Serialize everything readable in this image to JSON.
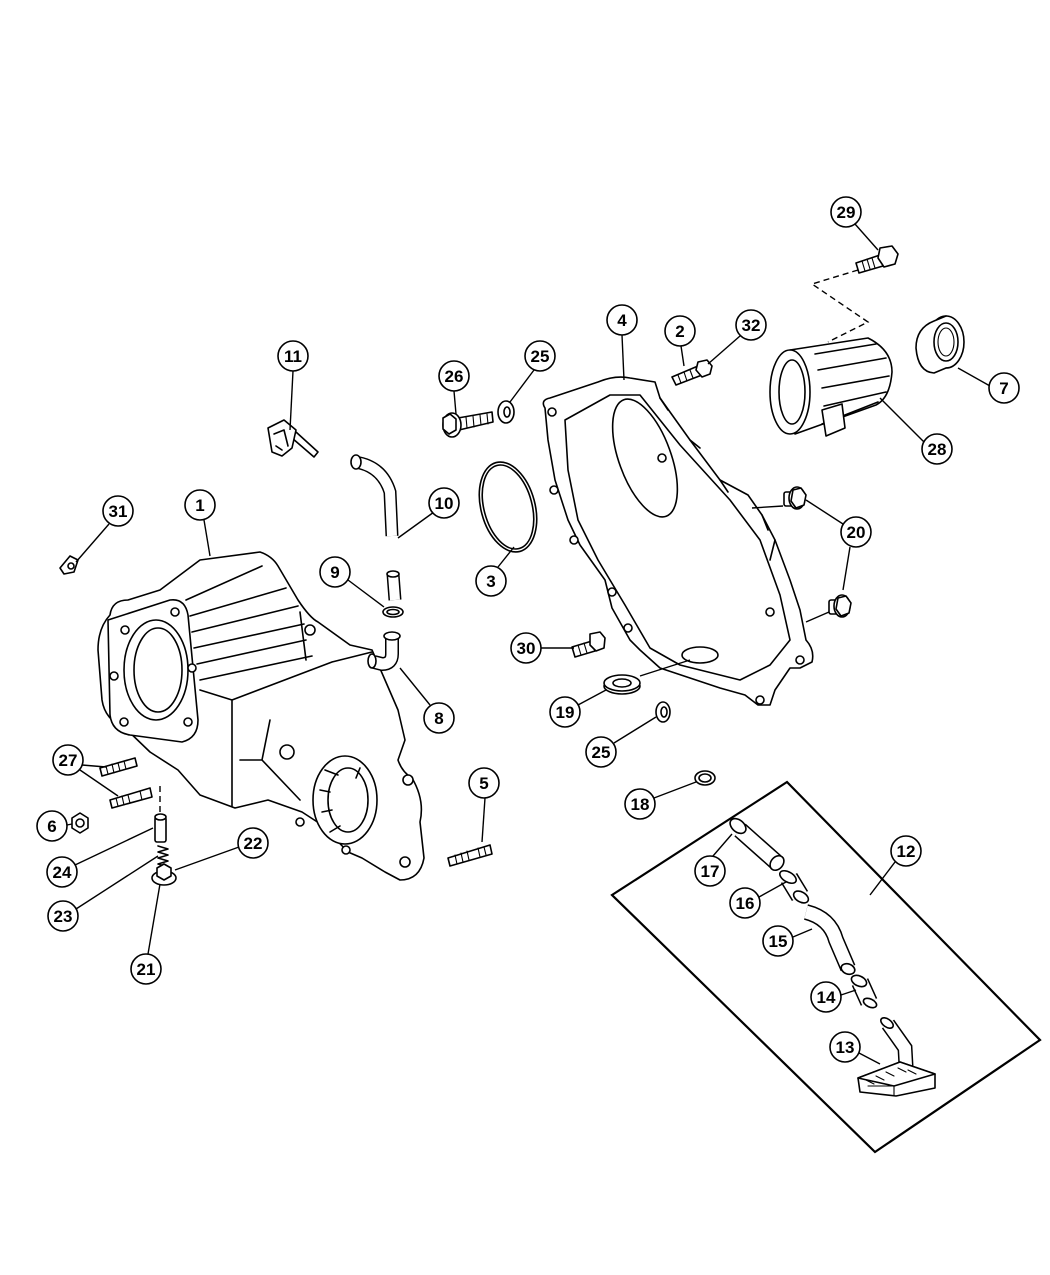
{
  "callouts": [
    "29",
    "4",
    "2",
    "32",
    "11",
    "26",
    "25",
    "7",
    "28",
    "31",
    "1",
    "10",
    "20",
    "9",
    "3",
    "30",
    "8",
    "19",
    "25",
    "27",
    "5",
    "18",
    "6",
    "22",
    "12",
    "17",
    "24",
    "16",
    "23",
    "15",
    "21",
    "14",
    "13"
  ]
}
